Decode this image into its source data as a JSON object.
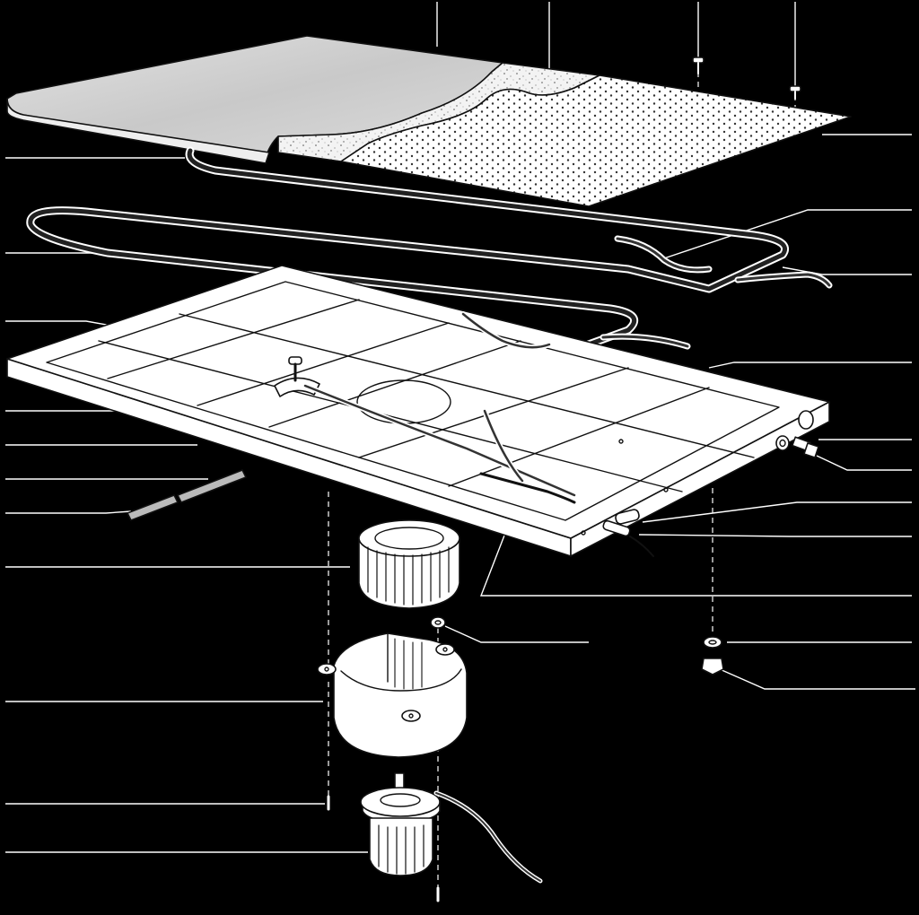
{
  "diagram": {
    "background": "#000000",
    "line_color": "#ffffff",
    "ink_color": "#111111",
    "paper_color": "#ffffff",
    "board_surface_color": "#d9d9d9",
    "screen_dot_color": "#333333",
    "parts": [
      "ironing-board-cover",
      "padding-layer",
      "perforated-top-plate",
      "top-plate-screw",
      "heating-element",
      "element-lead-wires",
      "board-frame",
      "element-clamp",
      "element-clamp-screw",
      "blower-opening",
      "threaded-rod",
      "fan-wheel",
      "fan-housing",
      "blower-motor",
      "motor-cable",
      "side-bolt",
      "side-washer",
      "side-nut",
      "mounting-washer",
      "mounting-nut",
      "housing-screw",
      "motor-screw",
      "hose-fitting",
      "cable-fitting"
    ]
  }
}
